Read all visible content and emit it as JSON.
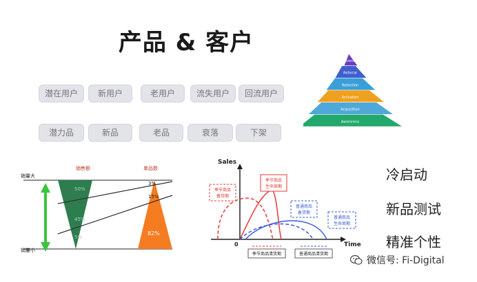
{
  "title": "产品 & 客户",
  "user_tags": [
    "潜在用户",
    "新用户",
    "老用户",
    "流失用户",
    "回流用户"
  ],
  "product_tags": [
    "潜力品",
    "新品",
    "老品",
    "衰落",
    "下架"
  ],
  "pyramid": {
    "levels": [
      "Revenue",
      "Referral",
      "Retention",
      "Activation",
      "Acquisition",
      "Awareness"
    ],
    "colors": [
      "#6a3fbf",
      "#3f5fcf",
      "#3a9fd8",
      "#f0a020",
      "#4fa8d8",
      "#22a86a"
    ]
  },
  "funnel": {
    "left_header": "销售额",
    "right_header": "单品数",
    "axis_top": "销量大",
    "axis_bottom": "销量小",
    "left_pcts": [
      "50%",
      "45%",
      "5%"
    ],
    "right_pcts": [
      "3%",
      "15%",
      "82%"
    ],
    "left_color": "#2e7d4f",
    "right_color": "#f57c20"
  },
  "lifecycle": {
    "y_axis": "Sales",
    "x_axis": "Time",
    "origin": "0",
    "label_seasonal_stock": "季节商品\n备货期",
    "label_seasonal_life": "季节商品\n生命周期",
    "label_normal_stock": "普通商品\n备货期",
    "label_normal_life": "普通商品\n生命周期",
    "label_seasonal_clear": "季节商品清货期",
    "label_normal_clear": "普通商品清货期"
  },
  "side_labels": [
    "冷启动",
    "新品测试",
    "精准个性"
  ],
  "watermark": "微信号: Fi-Digital"
}
